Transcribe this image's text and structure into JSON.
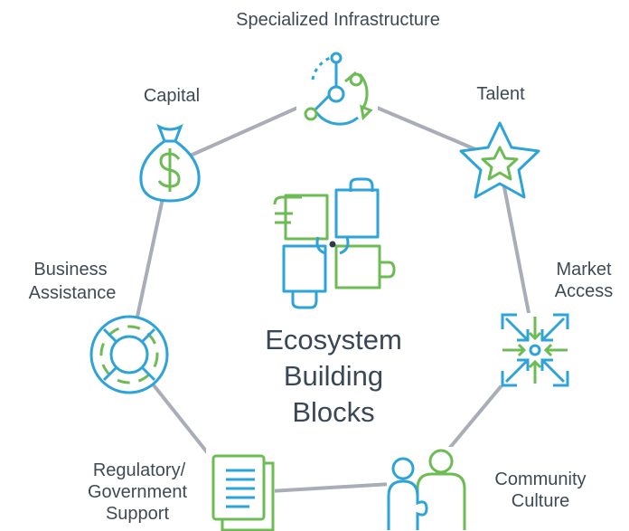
{
  "title": [
    "Ecosystem",
    "Building",
    "Blocks"
  ],
  "nodes": [
    {
      "id": "specialized-infrastructure",
      "label": [
        "Specialized Infrastructure"
      ],
      "icon": "infrastructure-icon"
    },
    {
      "id": "talent",
      "label": [
        "Talent"
      ],
      "icon": "star-icon"
    },
    {
      "id": "market-access",
      "label": [
        "Market",
        "Access"
      ],
      "icon": "arrows-inward-icon"
    },
    {
      "id": "community-culture",
      "label": [
        "Community",
        "Culture"
      ],
      "icon": "puzzle-people-icon"
    },
    {
      "id": "regulatory-government-support",
      "label": [
        "Regulatory/",
        "Government",
        "Support"
      ],
      "icon": "document-icon"
    },
    {
      "id": "business-assistance",
      "label": [
        "Business",
        "Assistance"
      ],
      "icon": "life-ring-icon"
    },
    {
      "id": "capital",
      "label": [
        "Capital"
      ],
      "icon": "money-bag-icon"
    }
  ],
  "center_icon": "hands-puzzle-icon",
  "colors": {
    "blue": "#2ea3d8",
    "green": "#6dbb55",
    "line": "#a9adb8",
    "text": "#3f4a55"
  }
}
